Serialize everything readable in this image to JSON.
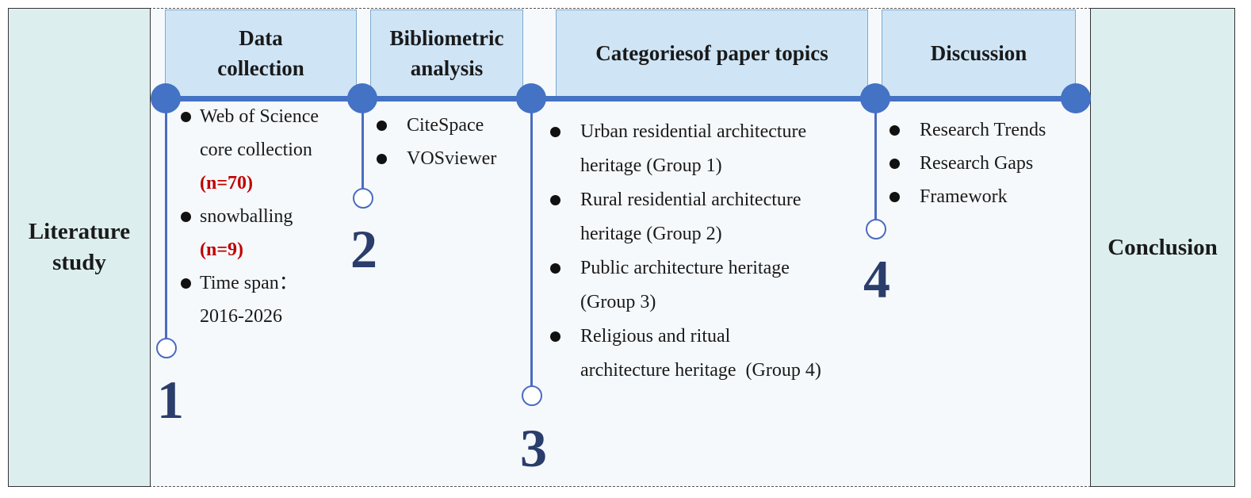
{
  "left_box": {
    "label_line1": "Literature",
    "label_line2": "study"
  },
  "right_box": {
    "label": "Conclusion"
  },
  "steps": [
    {
      "header_line1": "Data",
      "header_line2": "collection",
      "number": "1",
      "items": [
        {
          "lines": [
            "Web of Science",
            "core collection"
          ],
          "count": "(n=70)"
        },
        {
          "lines": [
            "snowballing"
          ],
          "count": "(n=9)"
        },
        {
          "lines": [
            "Time span：",
            "2016-2026"
          ]
        }
      ]
    },
    {
      "header_line1": "Bibliometric",
      "header_line2": "analysis",
      "number": "2",
      "items": [
        {
          "text": "CiteSpace"
        },
        {
          "text": "VOSviewer"
        }
      ]
    },
    {
      "header": "Categoriesof paper topics",
      "number": "3",
      "items": [
        {
          "lines": [
            "Urban residential architecture",
            "heritage (Group 1)"
          ]
        },
        {
          "lines": [
            "Rural residential architecture",
            "heritage (Group 2)"
          ]
        },
        {
          "lines": [
            "Public architecture heritage",
            "(Group 3)"
          ]
        },
        {
          "lines": [
            "Religious and ritual",
            "architecture heritage  (Group 4)"
          ]
        }
      ]
    },
    {
      "header": "Discussion",
      "number": "4",
      "items": [
        {
          "text": "Research Trends"
        },
        {
          "text": "Research Gaps"
        },
        {
          "text": "Framework"
        }
      ]
    }
  ],
  "colors": {
    "timeline": "#4472c4",
    "header_fill": "#cfe5f6",
    "side_fill": "#ddeeee",
    "number": "#2a3d6b",
    "count": "#c00000"
  }
}
